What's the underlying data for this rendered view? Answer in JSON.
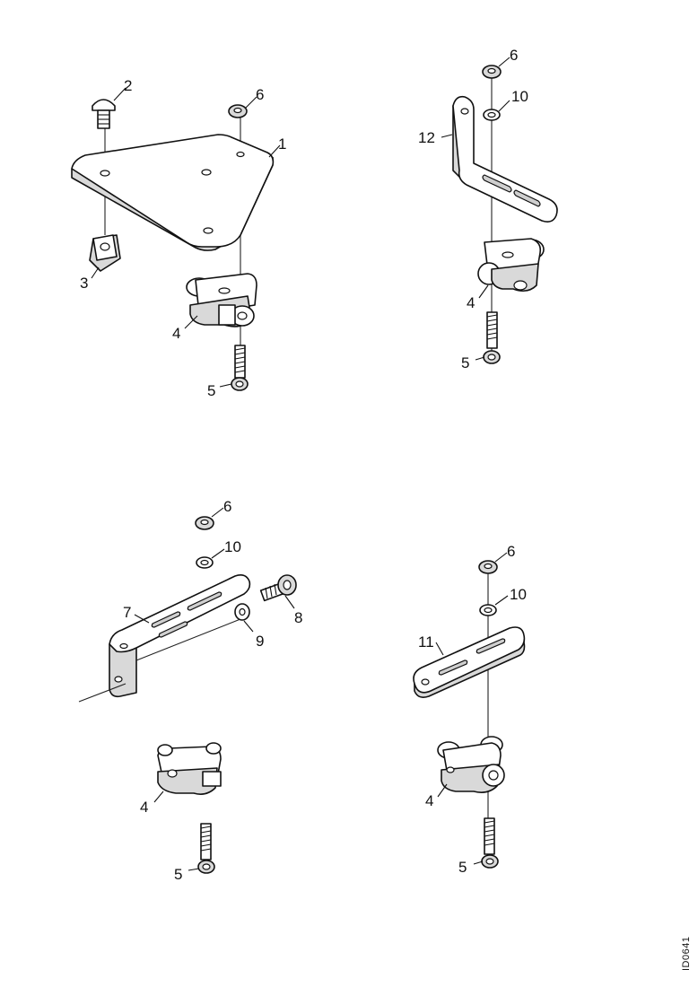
{
  "callouts": {
    "c1": "1",
    "c2": "2",
    "c3": "3",
    "c4": "4",
    "c5": "5",
    "c6": "6",
    "c7": "7",
    "c8": "8",
    "c9": "9",
    "c10": "10",
    "c11": "11",
    "c12": "12"
  },
  "figure_ref": "ID0641",
  "colors": {
    "line": "#111111",
    "shade": "#d9d9d9",
    "background": "#ffffff"
  }
}
